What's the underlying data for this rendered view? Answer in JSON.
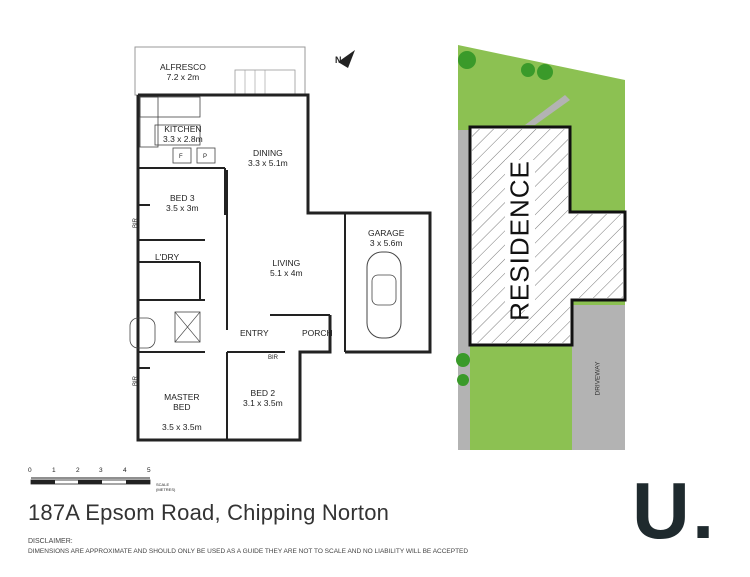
{
  "address": "187A Epsom Road, Chipping Norton",
  "disclaimer": {
    "heading": "DISCLAIMER:",
    "text": "DIMENSIONS ARE APPROXIMATE AND SHOULD ONLY BE USED AS A GUIDE THEY ARE NOT TO SCALE AND NO LIABILITY WILL BE ACCEPTED"
  },
  "scale_bar": {
    "ticks": [
      "0",
      "1",
      "2",
      "3",
      "4",
      "5"
    ],
    "label": "SCALE (METRES)"
  },
  "north_icon": "N",
  "floor_plan": {
    "rooms": [
      {
        "name": "ALFRESCO",
        "size": "7.2 x 2m"
      },
      {
        "name": "KITCHEN",
        "size": "3.3 x 2.8m"
      },
      {
        "name": "DINING",
        "size": "3.3 x 5.1m"
      },
      {
        "name": "BED 3",
        "size": "3.5 x 3m"
      },
      {
        "name": "L'DRY",
        "size": ""
      },
      {
        "name": "LIVING",
        "size": "5.1 x 4m"
      },
      {
        "name": "GARAGE",
        "size": "3 x 5.6m"
      },
      {
        "name": "ENTRY",
        "size": ""
      },
      {
        "name": "PORCH",
        "size": ""
      },
      {
        "name": "MASTER\nBED",
        "size": "3.5 x 3.5m"
      },
      {
        "name": "BED 2",
        "size": "3.1 x 3.5m"
      }
    ],
    "labels": {
      "bir": "BIR",
      "fridge": "F",
      "pantry": "P"
    }
  },
  "site_plan": {
    "residence": "RESIDENCE",
    "driveway": "DRIVEWAY"
  },
  "logo": {
    "letter": "U",
    "dot": "."
  },
  "colors": {
    "lawn": "#8cc152",
    "tree": "#3a9a2a",
    "driveway": "#b3b3b3",
    "logo": "#1f2a2e",
    "wall": "#222222"
  }
}
